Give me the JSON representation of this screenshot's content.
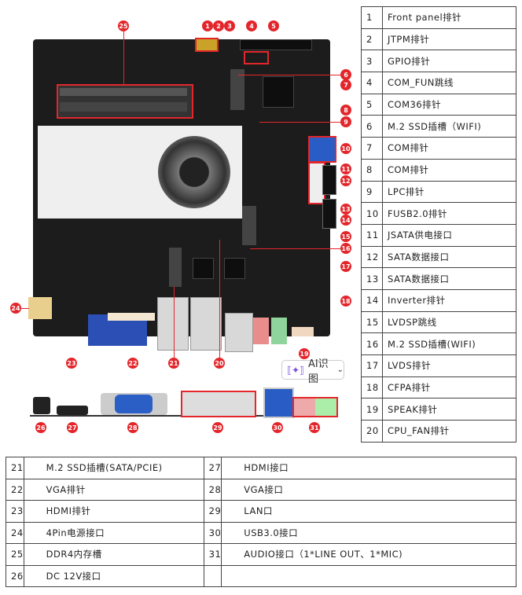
{
  "markers_board": [
    "1",
    "2",
    "3",
    "4",
    "5",
    "6",
    "7",
    "8",
    "9",
    "10",
    "11",
    "12",
    "13",
    "14",
    "15",
    "16",
    "17",
    "18",
    "19",
    "20",
    "21",
    "22",
    "23",
    "24",
    "25"
  ],
  "markers_panel": [
    "26",
    "27",
    "28",
    "29",
    "30",
    "31"
  ],
  "ai_button": {
    "label": "AI识图",
    "icon": "sparkle-scan-icon"
  },
  "right_table": [
    [
      "1",
      "Front panel排针"
    ],
    [
      "2",
      "JTPM排针"
    ],
    [
      "3",
      "GPIO排针"
    ],
    [
      "4",
      "COM_FUN跳线"
    ],
    [
      "5",
      "COM36排针"
    ],
    [
      "6",
      "M.2 SSD插槽（WIFI)"
    ],
    [
      "7",
      "COM排针"
    ],
    [
      "8",
      "COM排针"
    ],
    [
      "9",
      "LPC排针"
    ],
    [
      "10",
      "FUSB2.0排针"
    ],
    [
      "11",
      "JSATA供电接口"
    ],
    [
      "12",
      "SATA数据接口"
    ],
    [
      "13",
      "SATA数据接口"
    ],
    [
      "14",
      "Inverter排针"
    ],
    [
      "15",
      "LVDSP跳线"
    ],
    [
      "16",
      "M.2 SSD插槽(WIFI)"
    ],
    [
      "17",
      "LVDS排针"
    ],
    [
      "18",
      "CFPA排针"
    ],
    [
      "19",
      "SPEAK排针"
    ],
    [
      "20",
      "CPU_FAN排针"
    ]
  ],
  "bottom_table": [
    [
      "21",
      "M.2 SSD插槽(SATA/PCIE)",
      "27",
      "HDMI接口"
    ],
    [
      "22",
      "VGA排针",
      "28",
      "VGA接口"
    ],
    [
      "23",
      "HDMI排针",
      "29",
      "LAN口"
    ],
    [
      "24",
      "4Pin电源接口",
      "30",
      "USB3.0接口"
    ],
    [
      "25",
      "DDR4内存槽",
      "31",
      "AUDIO接口（1*LINE OUT、1*MIC)"
    ],
    [
      "26",
      "DC 12V接口",
      "",
      ""
    ]
  ]
}
